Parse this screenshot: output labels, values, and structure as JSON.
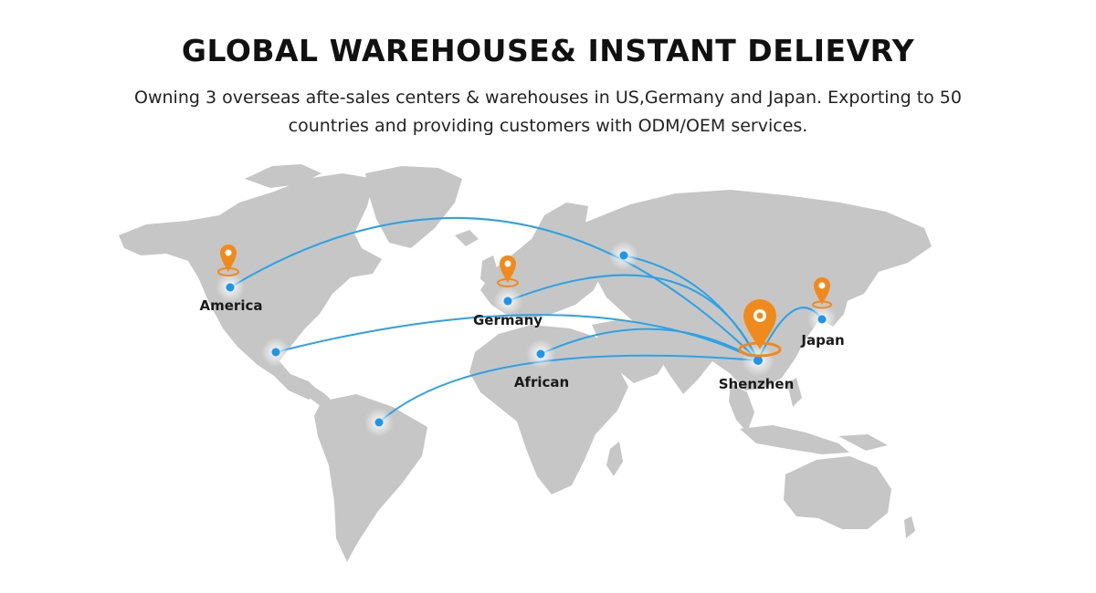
{
  "header": {
    "title": "GLOBAL WAREHOUSE& INSTANT DELIEVRY",
    "subtitle": "Owning 3 overseas afte-sales centers & warehouses in US,Germany and Japan. Exporting to 50 countries and providing customers with ODM/OEM services."
  },
  "map": {
    "hub": {
      "label": "Shenzhen",
      "icon": "location-pin-icon"
    },
    "warehouses": [
      {
        "label": "America",
        "icon": "location-pin-icon"
      },
      {
        "label": "Germany",
        "icon": "location-pin-icon"
      },
      {
        "label": "Japan",
        "icon": "location-pin-icon"
      }
    ],
    "other_points": [
      {
        "label": "African"
      }
    ],
    "colors": {
      "land": "#c6c6c6",
      "route": "#2aa3e6",
      "pin": "#f08a1c",
      "dot": "#1e96e8"
    }
  }
}
